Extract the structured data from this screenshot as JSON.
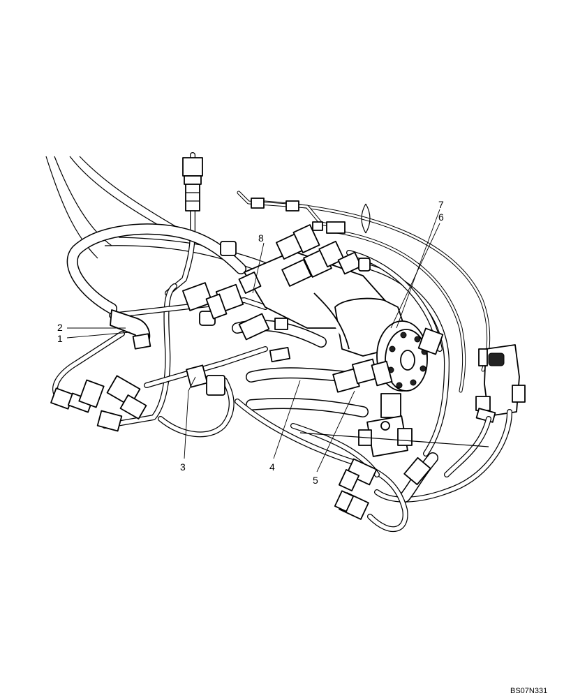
{
  "diagram": {
    "reference_code": "BS07N331",
    "callouts": [
      {
        "id": "1",
        "label": "1"
      },
      {
        "id": "2",
        "label": "2"
      },
      {
        "id": "3",
        "label": "3"
      },
      {
        "id": "4",
        "label": "4"
      },
      {
        "id": "5",
        "label": "5"
      },
      {
        "id": "6",
        "label": "6"
      },
      {
        "id": "7",
        "label": "7"
      },
      {
        "id": "8",
        "label": "8"
      }
    ]
  }
}
